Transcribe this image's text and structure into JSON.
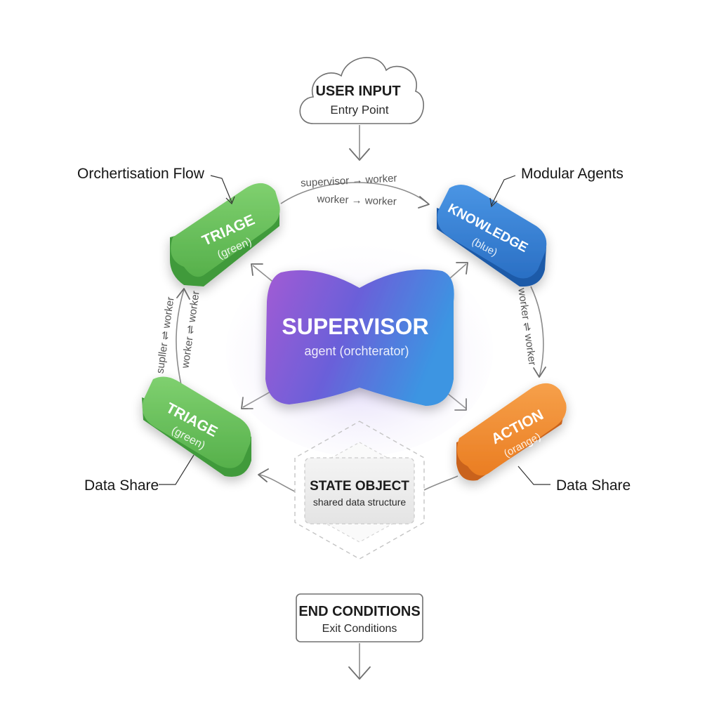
{
  "user_input": {
    "title": "USER INPUT",
    "subtitle": "Entry Point"
  },
  "end": {
    "title": "END CONDITIONS",
    "subtitle": "Exit Conditions"
  },
  "supervisor": {
    "title": "SUPERVISOR",
    "subtitle": "agent (orchterator)"
  },
  "state": {
    "title": "STATE OBJECT",
    "subtitle": "shared data structure"
  },
  "nodes": {
    "triage_top": {
      "title": "TRIAGE",
      "subtitle": "(green)",
      "color": "#5cb85c"
    },
    "triage_bottom": {
      "title": "TRIAGE",
      "subtitle": "(green)",
      "color": "#5cb85c"
    },
    "knowledge": {
      "title": "KNOWLEDGE",
      "subtitle": "(blue)",
      "color": "#2f7fd0"
    },
    "action": {
      "title": "ACTION",
      "subtitle": "(orange)",
      "color": "#f08a2e"
    }
  },
  "flow_labels": {
    "top_1": "supervisor → worker",
    "top_2": "worker → worker",
    "left_1": "supller ⇌ worker",
    "left_2": "worker ⇌ worker",
    "right_1": "worker ⇌ worker"
  },
  "callouts": {
    "orchestration": "Orchertisation Flow",
    "modular": "Modular Agents",
    "data_share_left": "Data Share",
    "data_share_right": "Data Share"
  },
  "colors": {
    "supervisor_gradient": [
      "#9b59d6",
      "#6a5ad8",
      "#3e8fe0"
    ],
    "green": "#5cb85c",
    "blue": "#2f7fd0",
    "orange": "#f08a2e"
  }
}
